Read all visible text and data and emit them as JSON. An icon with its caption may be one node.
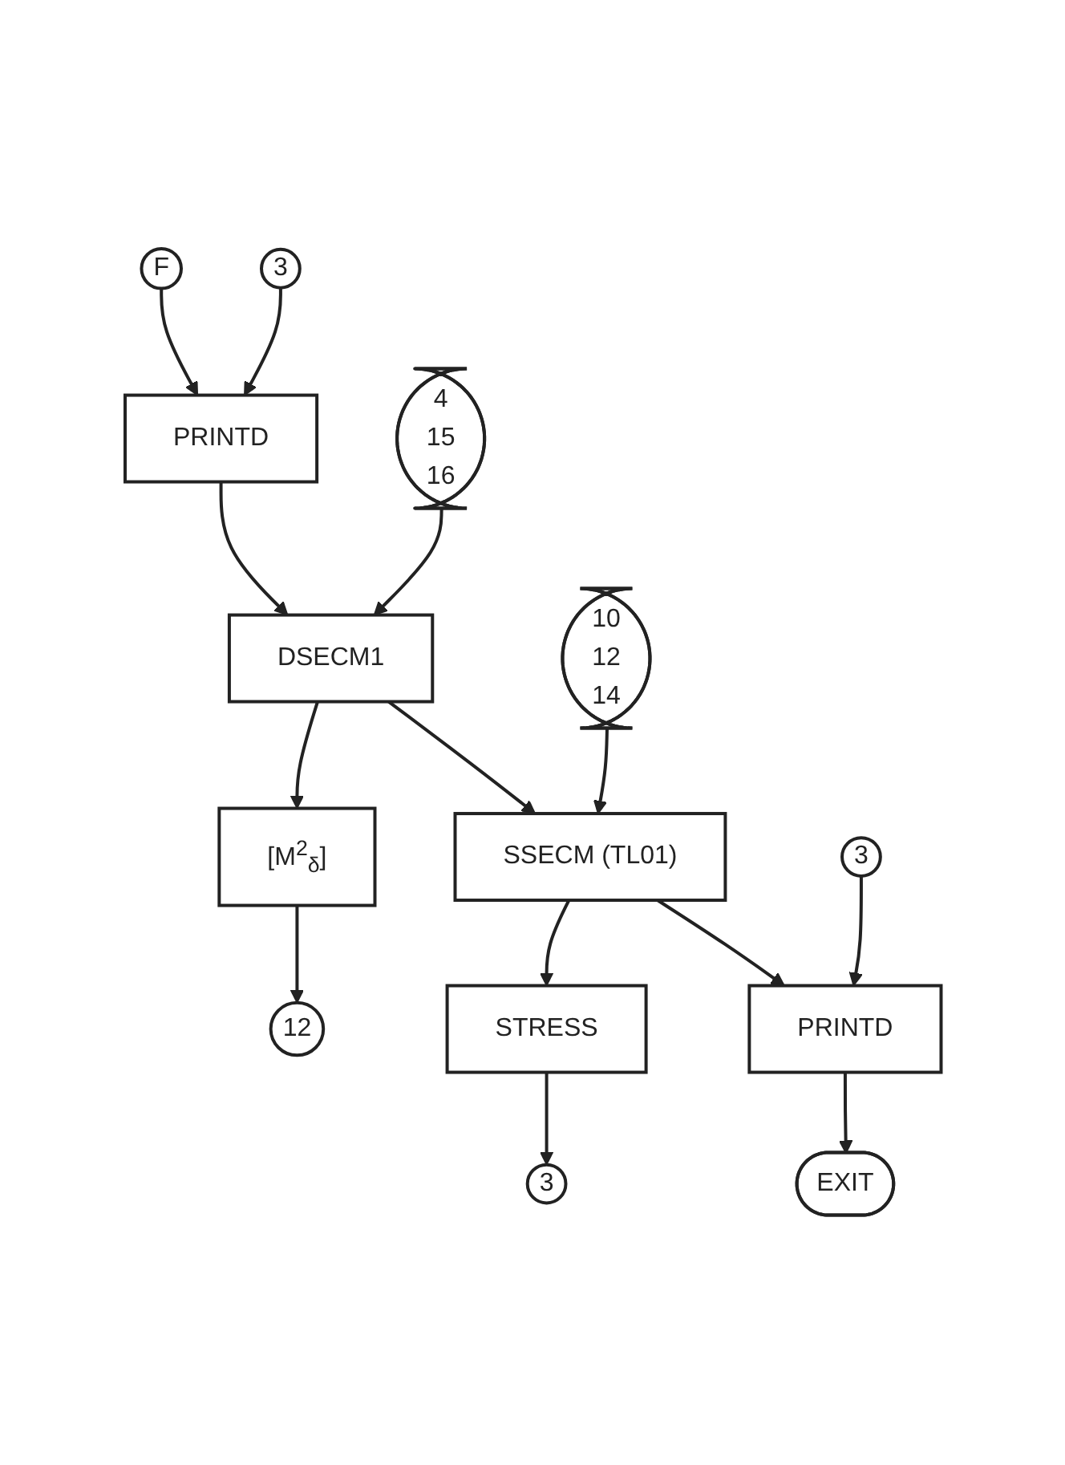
{
  "diagram": {
    "nodes": [
      {
        "text": [
          "F"
        ]
      },
      {
        "text": [
          "3"
        ]
      },
      {
        "text": [
          "PRINTD"
        ]
      },
      {
        "text": [
          "4",
          "15",
          "16"
        ]
      },
      {
        "text": [
          "DSECM1"
        ]
      },
      {
        "text": [
          "[M$^{2}$$_{δ}$]"
        ]
      },
      {
        "text": [
          "12"
        ]
      },
      {
        "text": [
          "10",
          "12",
          "14"
        ]
      },
      {
        "text": [
          "SSECM (TL01)"
        ]
      },
      {
        "text": [
          "STRESS"
        ]
      },
      {
        "text": [
          "3"
        ]
      },
      {
        "text": [
          "3"
        ]
      },
      {
        "text": [
          "PRINTD"
        ]
      },
      {
        "text": [
          "EXIT"
        ]
      }
    ],
    "edges": [
      {
        "from": 0,
        "to": 2,
        "arrow": "to"
      },
      {
        "from": 1,
        "to": 2,
        "arrow": "to"
      },
      {
        "from": 2,
        "to": 4,
        "arrow": "to"
      },
      {
        "from": 3,
        "to": 4,
        "arrow": "to"
      },
      {
        "from": 4,
        "to": 5,
        "arrow": "to"
      },
      {
        "from": 5,
        "to": 6,
        "arrow": "to"
      },
      {
        "from": 4,
        "to": 8,
        "arrow": "to"
      },
      {
        "from": 7,
        "to": 8,
        "arrow": "to"
      },
      {
        "from": 8,
        "to": 9,
        "arrow": "to"
      },
      {
        "from": 9,
        "to": 10,
        "arrow": "to"
      },
      {
        "from": 8,
        "to": 12,
        "arrow": "to"
      },
      {
        "from": 11,
        "to": 12,
        "arrow": "to"
      },
      {
        "from": 12,
        "to": 13,
        "arrow": "to"
      }
    ]
  }
}
